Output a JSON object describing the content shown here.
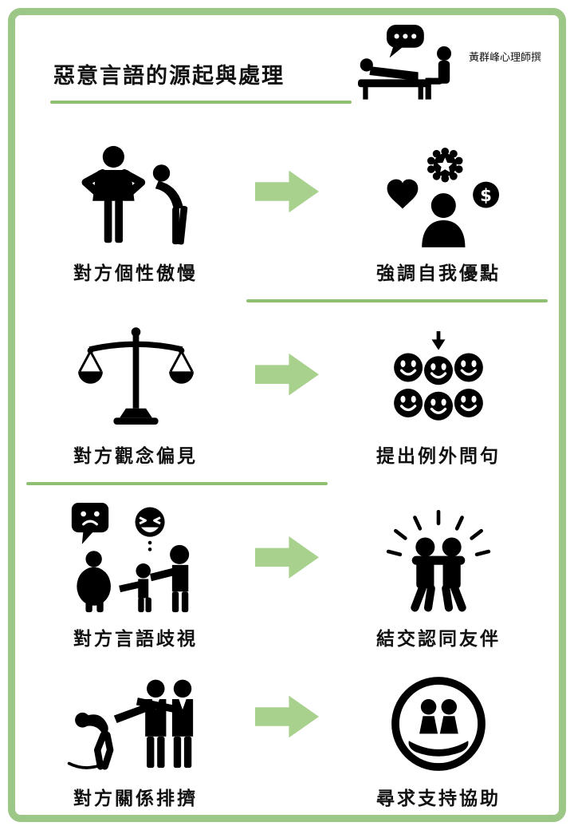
{
  "header": {
    "title": "惡意言語的源起與處理",
    "credit": "黃群峰心理師撰"
  },
  "rows": [
    {
      "cause": "對方個性傲慢",
      "response": "強調自我優點"
    },
    {
      "cause": "對方觀念偏見",
      "response": "提出例外問句"
    },
    {
      "cause": "對方言語歧視",
      "response": "結交認同友伴"
    },
    {
      "cause": "對方關係排擠",
      "response": "尋求支持協助"
    }
  ],
  "icons": {
    "counselor_couch": "person-reclining-on-couch-with-speech-bubble",
    "arrow": "right-arrow",
    "row1_cause": "arrogant-person-and-bowing-person",
    "row1_response": "person-with-medal-heart-and-dollar",
    "row2_cause": "balance-scale",
    "row2_response": "grid-of-smiley-faces-with-down-arrow",
    "row3_cause": "mocking-emoji-and-pointing-at-person",
    "row3_response": "two-friends-embracing-with-rays",
    "row4_cause": "people-excluding-rejected-person",
    "row4_response": "hand-holding-people-in-circle"
  },
  "colors": {
    "border_green": "#9cc787",
    "accent_green": "#8fbf71",
    "arrow_green": "#a9d18e",
    "icon_black": "#000000",
    "background": "#ffffff"
  }
}
